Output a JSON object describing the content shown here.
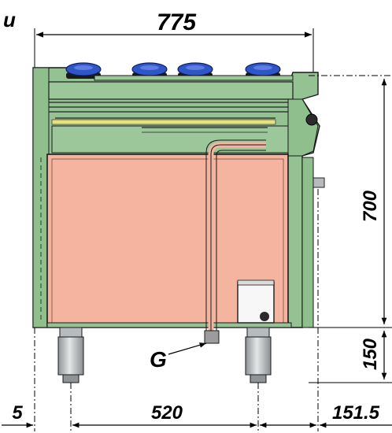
{
  "figure": {
    "corner_label": "u",
    "callout_label": "G"
  },
  "dimensions": {
    "overall_width": "775",
    "body_height": "700",
    "leg_height": "150",
    "left_offset": "5",
    "leg_spacing": "520",
    "right_offset": "151.5"
  },
  "colors": {
    "cabinet_fill": "#f4b49f",
    "cabinet_top_fill": "#9cc79b",
    "frame_green": "#95c292",
    "burner_blue": "#2f56c9",
    "leg_gray": "#c9ccce",
    "line_color": "#1a1a1a"
  }
}
